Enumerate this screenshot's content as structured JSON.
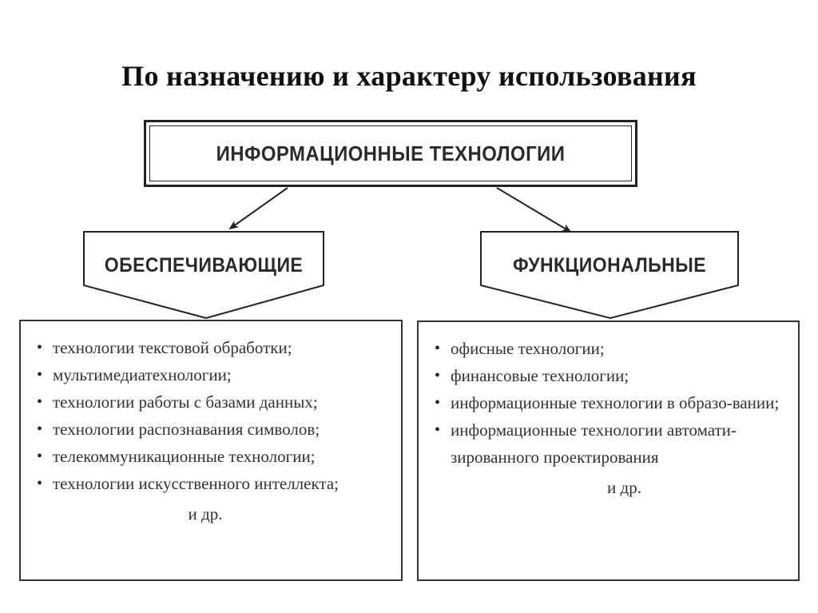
{
  "title": "По назначению и характеру использования",
  "root": {
    "label": "ИНФОРМАЦИОННЫЕ ТЕХНОЛОГИИ"
  },
  "left": {
    "label": "ОБЕСПЕЧИВАЮЩИЕ",
    "items": [
      "технологии текстовой обработки;",
      "мультимедиатехнологии;",
      "технологии работы с базами данных;",
      "технологии распознавания символов;",
      "телекоммуникационные технологии;",
      "технологии искусственного интеллекта;"
    ],
    "etc": "и др."
  },
  "right": {
    "label": "ФУНКЦИОНАЛЬНЫЕ",
    "items": [
      "офисные технологии;",
      "финансовые технологии;",
      "информационные технологии в образо-вании;",
      "информационные технологии автомати-зированного проектирования"
    ],
    "etc": "и др."
  },
  "colors": {
    "stroke": "#222222",
    "text": "#333333",
    "background": "#ffffff"
  }
}
